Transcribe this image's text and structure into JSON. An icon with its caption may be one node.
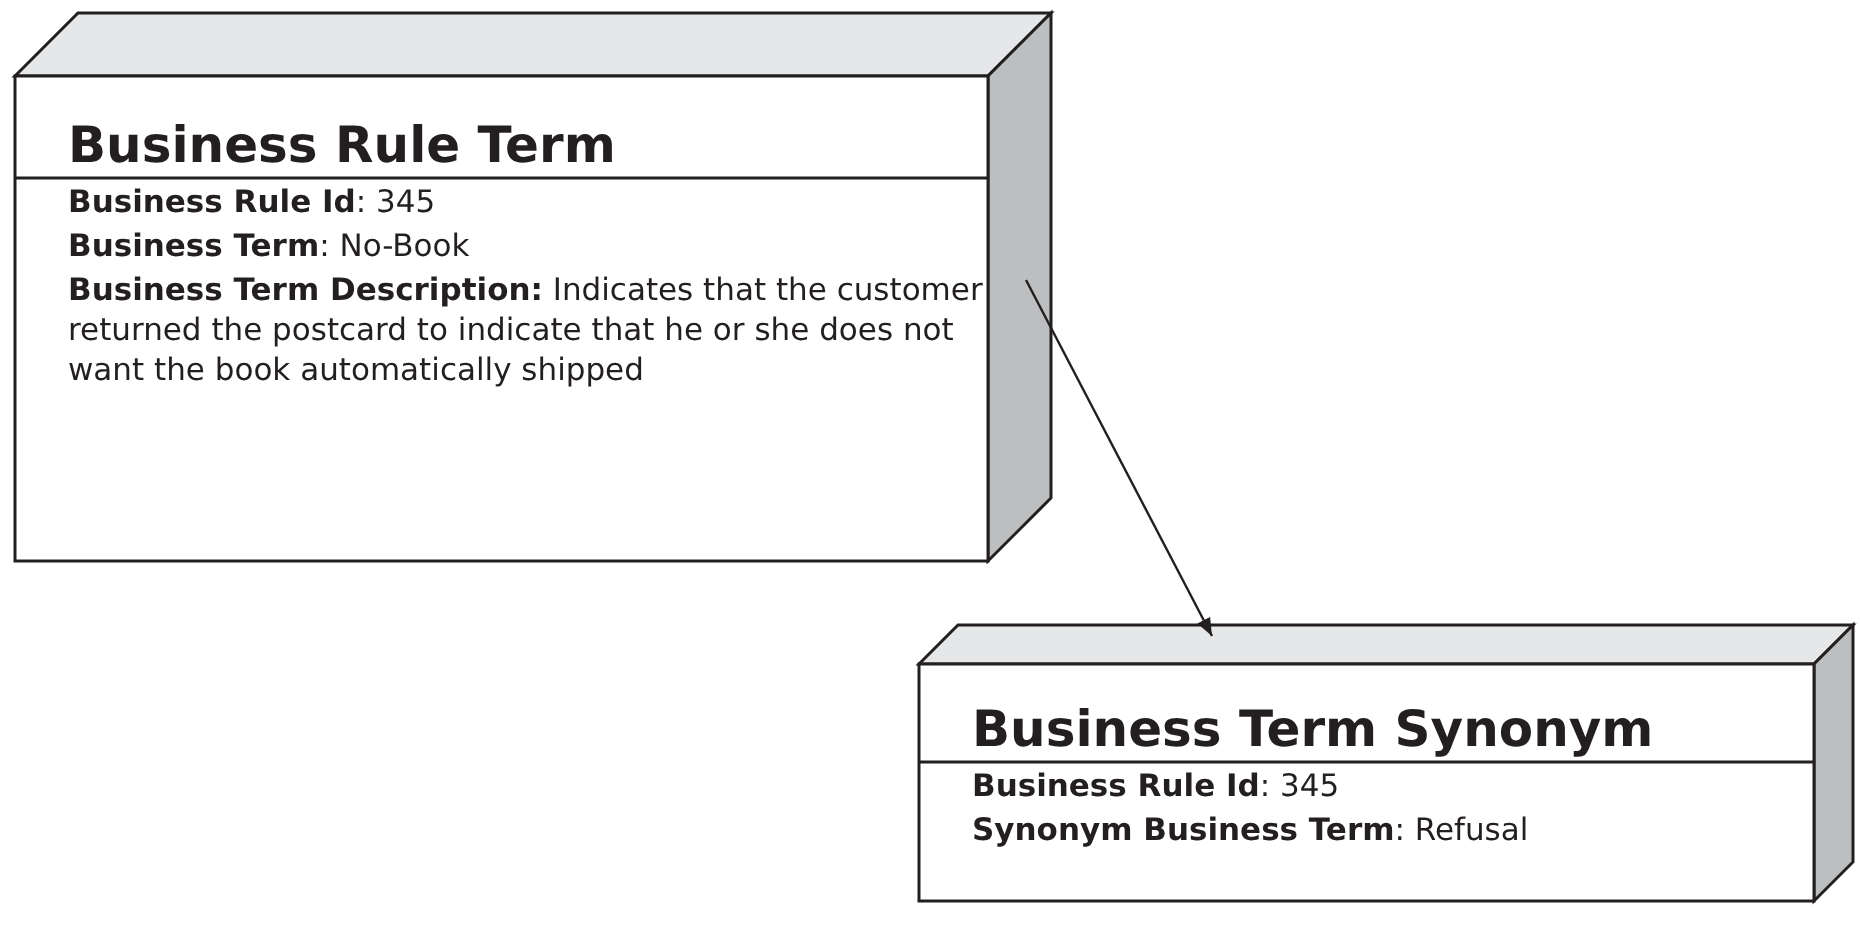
{
  "diagram": {
    "nodes": [
      {
        "text": [
          "Business Rule Term",
          "**Business Rule Id**: 345",
          "**Business Term**: No-Book",
          "**Business Term Description:** Indicates that the customer returned the postcard to indicate that he or she does not want the book automatically shipped"
        ]
      },
      {
        "text": [
          "Business Term Synonym",
          "**Business Rule Id**: 345",
          "**Synonym Business Term**: Refusal"
        ]
      }
    ],
    "edges": [
      {
        "from": 0,
        "to": 1,
        "arrow": "to"
      }
    ]
  }
}
